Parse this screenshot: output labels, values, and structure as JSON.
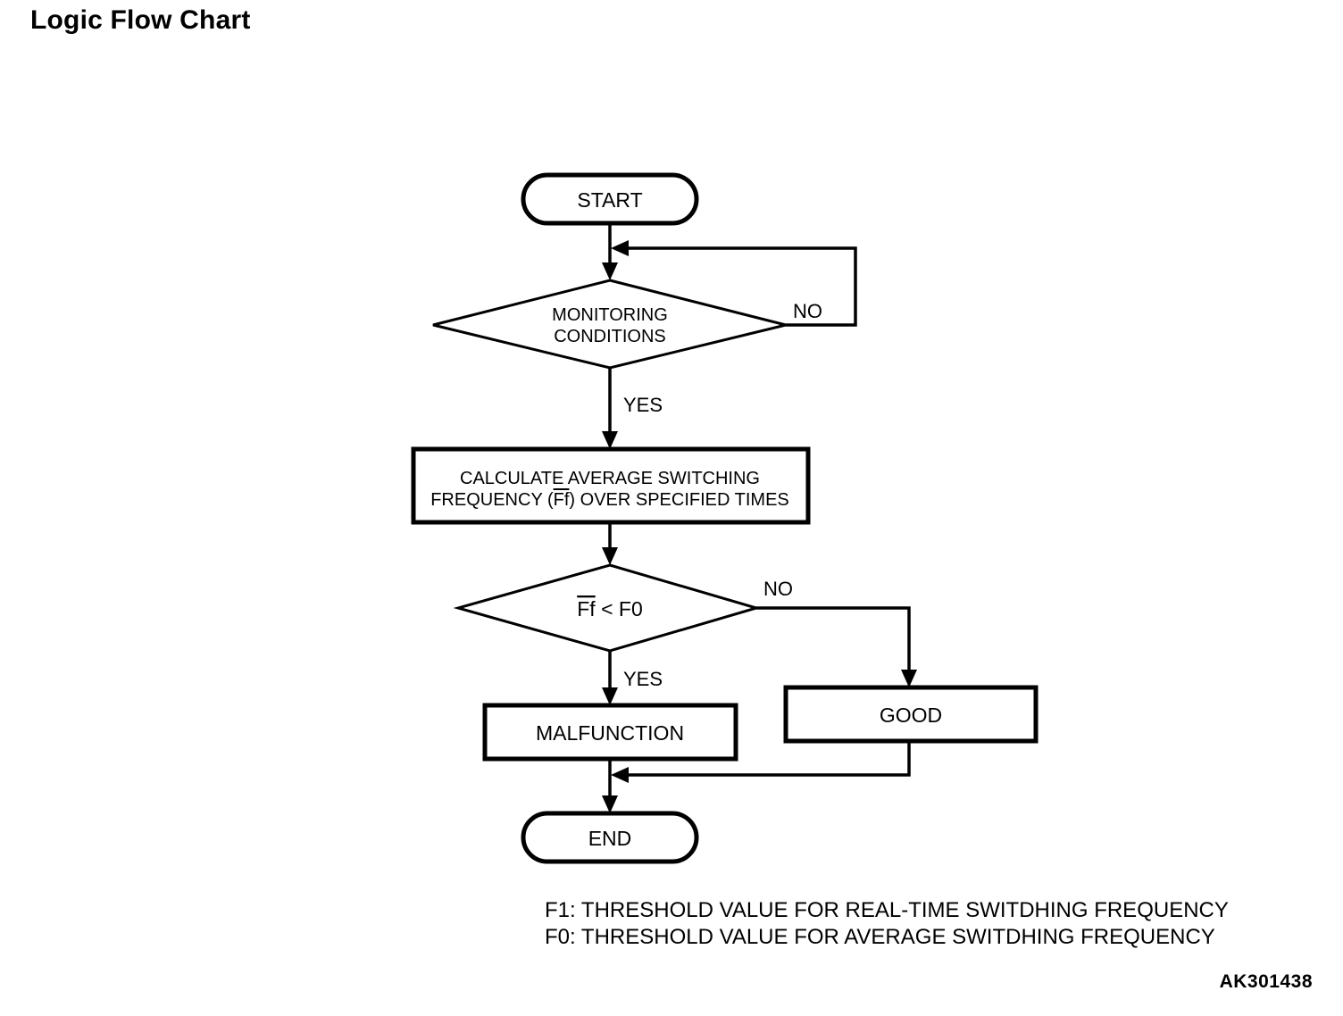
{
  "page": {
    "title": "Logic Flow Chart",
    "reference_code": "AK301438",
    "background_color": "#ffffff",
    "line_color": "#000000"
  },
  "chart_data": {
    "type": "diagram",
    "diagram_kind": "flowchart",
    "title": "Logic Flow Chart",
    "nodes": [
      {
        "id": "start",
        "shape": "terminator",
        "label": "START"
      },
      {
        "id": "monitoring",
        "shape": "decision",
        "label_line1": "MONITORING",
        "label_line2": "CONDITIONS"
      },
      {
        "id": "calculate",
        "shape": "process",
        "label_line1": "CALCULATE AVERAGE SWITCHING",
        "label_line2_pre": "FREQUENCY (",
        "label_line2_bar": "Ff",
        "label_line2_post": ") OVER SPECIFIED TIMES"
      },
      {
        "id": "compare",
        "shape": "decision",
        "label_bar": "Ff",
        "label_rest": " < F0"
      },
      {
        "id": "malfunction",
        "shape": "process",
        "label": "MALFUNCTION"
      },
      {
        "id": "good",
        "shape": "process",
        "label": "GOOD"
      },
      {
        "id": "end",
        "shape": "terminator",
        "label": "END"
      }
    ],
    "edges": [
      {
        "from": "start",
        "to": "monitoring",
        "label": ""
      },
      {
        "from": "monitoring",
        "to": "start",
        "label": "NO"
      },
      {
        "from": "monitoring",
        "to": "calculate",
        "label": "YES"
      },
      {
        "from": "calculate",
        "to": "compare",
        "label": ""
      },
      {
        "from": "compare",
        "to": "malfunction",
        "label": "YES"
      },
      {
        "from": "compare",
        "to": "good",
        "label": "NO"
      },
      {
        "from": "malfunction",
        "to": "end",
        "label": ""
      },
      {
        "from": "good",
        "to": "end",
        "label": ""
      }
    ]
  },
  "branch_labels": {
    "monitoring_no": "NO",
    "monitoring_yes": "YES",
    "compare_no": "NO",
    "compare_yes": "YES"
  },
  "nodes": {
    "start": {
      "label": "START"
    },
    "monitoring": {
      "line1": "MONITORING",
      "line2": "CONDITIONS"
    },
    "calculate": {
      "line1": "CALCULATE AVERAGE SWITCHING",
      "line2_pre": "FREQUENCY (",
      "line2_bar": "Ff",
      "line2_post": ") OVER SPECIFIED TIMES"
    },
    "compare": {
      "bar": "Ff",
      "rest": " < F0"
    },
    "malfunction": {
      "label": "MALFUNCTION"
    },
    "good": {
      "label": "GOOD"
    },
    "end": {
      "label": "END"
    }
  },
  "legend": {
    "line1": "F1: THRESHOLD VALUE FOR REAL-TIME SWITDHING FREQUENCY",
    "line2": "F0: THRESHOLD VALUE FOR AVERAGE SWITDHING FREQUENCY"
  }
}
